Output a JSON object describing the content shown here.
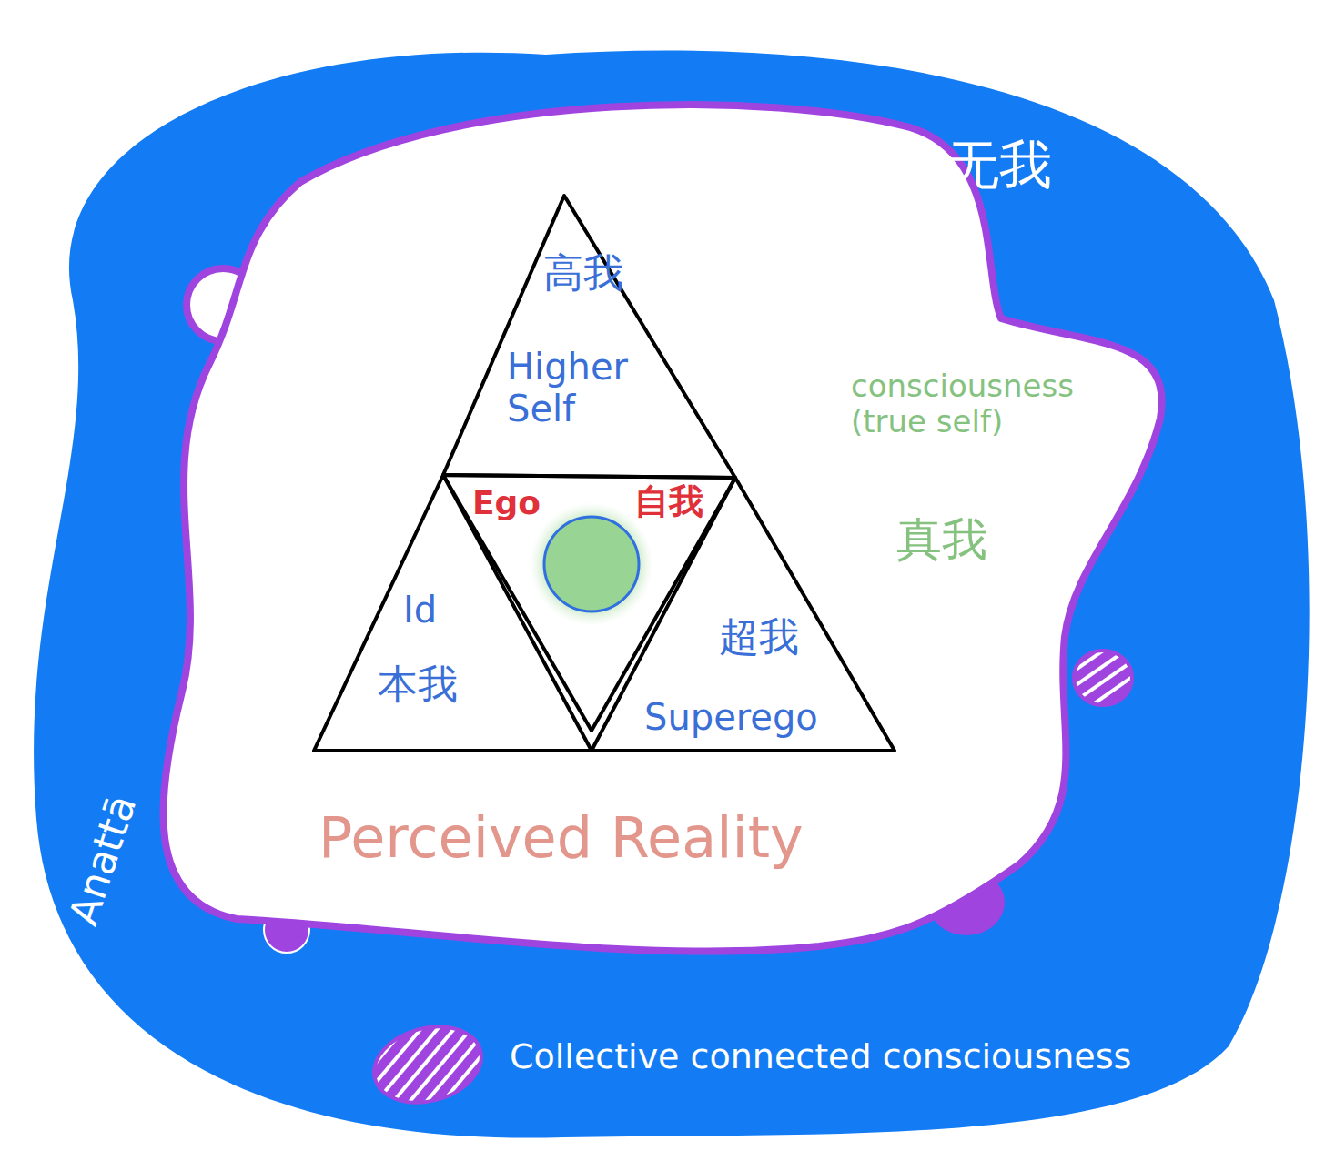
{
  "diagram": {
    "nodes": [
      {
        "text": [
          "Perceived Reality"
        ]
      },
      {
        "text": [
          "高我",
          "Higher Self"
        ],
        "in": 0
      },
      {
        "text": [
          "Ego",
          "自我"
        ],
        "in": 0
      },
      {
        "text": [
          "Id",
          "本我"
        ],
        "in": 0
      },
      {
        "text": [
          "超我",
          "Superego"
        ],
        "in": 0
      }
    ],
    "labels": [
      "consciousness (true self)",
      "真我",
      "无我",
      "Anattā",
      "Collective connected consciousness"
    ]
  }
}
